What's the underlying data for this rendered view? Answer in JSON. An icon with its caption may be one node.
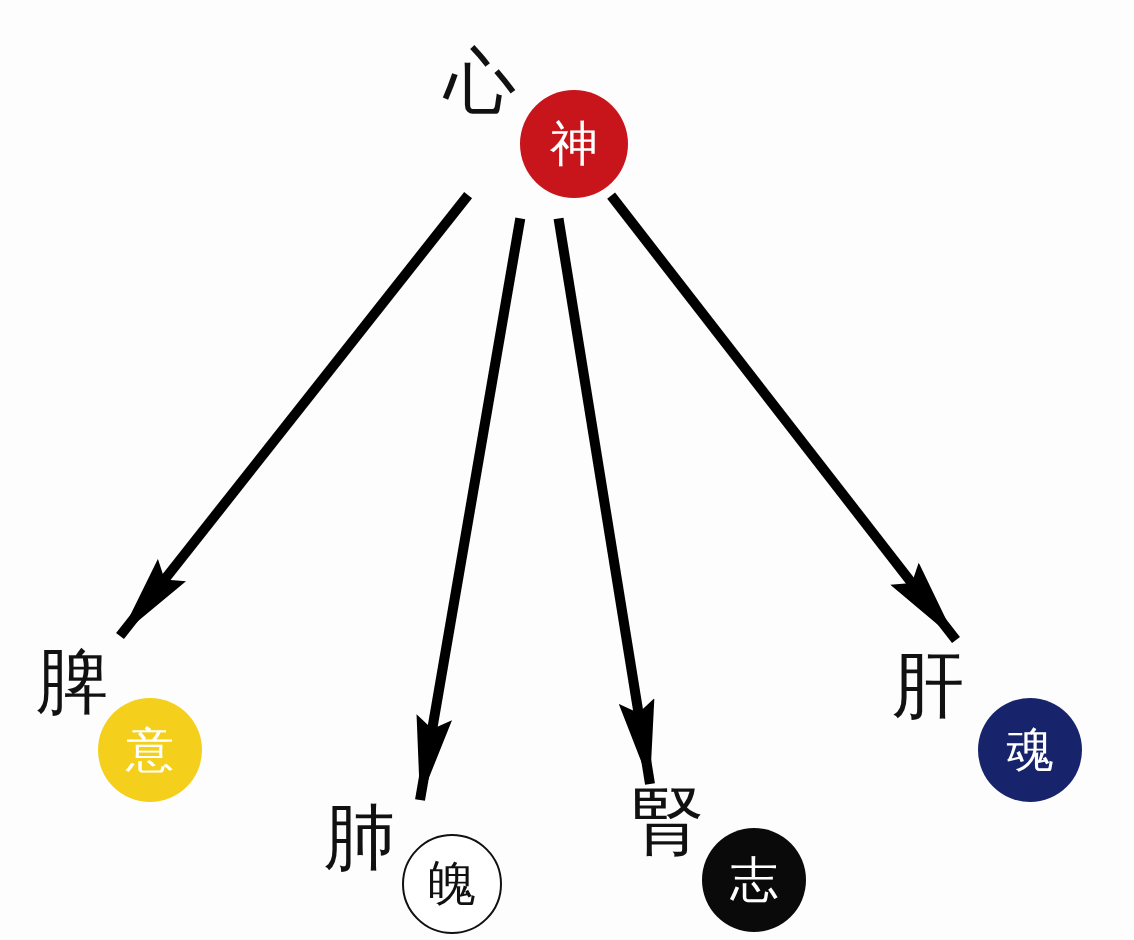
{
  "diagram": {
    "nodes": [
      {
        "text": [
          "心",
          "神"
        ]
      },
      {
        "text": [
          "脾",
          "意"
        ]
      },
      {
        "text": [
          "肺",
          "魄"
        ]
      },
      {
        "text": [
          "腎",
          "志"
        ]
      },
      {
        "text": [
          "肝",
          "魂"
        ]
      }
    ],
    "edges": [
      {
        "from": 0,
        "to": 1,
        "arrow": "to"
      },
      {
        "from": 0,
        "to": 2,
        "arrow": "to"
      },
      {
        "from": 0,
        "to": 3,
        "arrow": "to"
      },
      {
        "from": 0,
        "to": 4,
        "arrow": "to"
      }
    ]
  }
}
